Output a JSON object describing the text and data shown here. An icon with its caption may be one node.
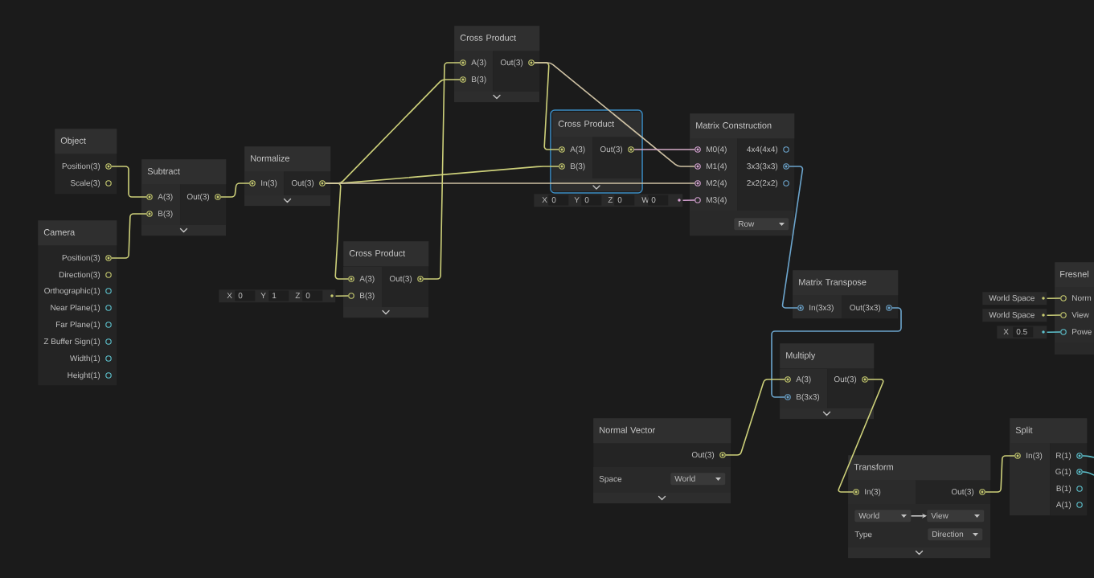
{
  "diagram": {
    "nodes": [
      {
        "text": [
          "Object"
        ]
      },
      {
        "text": [
          "Position(3)"
        ],
        "in": 0
      },
      {
        "text": [
          "Scale(3)"
        ],
        "in": 0
      },
      {
        "text": [
          "Subtract"
        ]
      },
      {
        "text": [
          "A(3)"
        ],
        "in": 3
      },
      {
        "text": [
          "B(3)"
        ],
        "in": 3
      },
      {
        "text": [
          "Out(3)"
        ],
        "in": 3
      },
      {
        "text": [
          "Camera"
        ]
      },
      {
        "text": [
          "Position(3)"
        ],
        "in": 7
      },
      {
        "text": [
          "Direction(3)"
        ],
        "in": 7
      },
      {
        "text": [
          "Orthographic(1)"
        ],
        "in": 7
      },
      {
        "text": [
          "Near Plane(1)"
        ],
        "in": 7
      },
      {
        "text": [
          "Far Plane(1)"
        ],
        "in": 7
      },
      {
        "text": [
          "Z Buffer Sign(1)"
        ],
        "in": 7
      },
      {
        "text": [
          "Width(1)"
        ],
        "in": 7
      },
      {
        "text": [
          "Height(1)"
        ],
        "in": 7
      },
      {
        "text": [
          "Normalize"
        ]
      },
      {
        "text": [
          "In(3)"
        ],
        "in": 16
      },
      {
        "text": [
          "Out(3)"
        ],
        "in": 16
      },
      {
        "text": [
          "Cross Product"
        ]
      },
      {
        "text": [
          "A(3)"
        ],
        "in": 19
      },
      {
        "text": [
          "B(3)"
        ],
        "in": 19
      },
      {
        "text": [
          "Out(3)"
        ],
        "in": 19
      },
      {
        "text": [
          "Cross Product"
        ]
      },
      {
        "text": [
          "A(3)"
        ],
        "in": 23
      },
      {
        "text": [
          "B(3)"
        ],
        "in": 23
      },
      {
        "text": [
          "Out(3)"
        ],
        "in": 23
      },
      {
        "text": [
          "X",
          "0",
          "Y",
          "0",
          "Z",
          "0",
          "W",
          "0"
        ]
      },
      {
        "text": [
          "Matrix Construction"
        ]
      },
      {
        "text": [
          "M0(4)"
        ],
        "in": 28
      },
      {
        "text": [
          "M1(4)"
        ],
        "in": 28
      },
      {
        "text": [
          "M2(4)"
        ],
        "in": 28
      },
      {
        "text": [
          "M3(4)"
        ],
        "in": 28
      },
      {
        "text": [
          "4x4(4x4)"
        ],
        "in": 28
      },
      {
        "text": [
          "3x3(3x3)"
        ],
        "in": 28
      },
      {
        "text": [
          "2x2(2x2)"
        ],
        "in": 28
      },
      {
        "text": [
          "Row"
        ],
        "in": 28
      },
      {
        "text": [
          "Cross Product"
        ]
      },
      {
        "text": [
          "A(3)"
        ],
        "in": 37
      },
      {
        "text": [
          "B(3)"
        ],
        "in": 37
      },
      {
        "text": [
          "Out(3)"
        ],
        "in": 37
      },
      {
        "text": [
          "X",
          "0",
          "Y",
          "1",
          "Z",
          "0"
        ]
      },
      {
        "text": [
          "Matrix Transpose"
        ]
      },
      {
        "text": [
          "In(3x3)"
        ],
        "in": 42
      },
      {
        "text": [
          "Out(3x3)"
        ],
        "in": 42
      },
      {
        "text": [
          "Fresnel"
        ]
      },
      {
        "text": [
          "Norm"
        ],
        "in": 45
      },
      {
        "text": [
          "View"
        ],
        "in": 45
      },
      {
        "text": [
          "Powe"
        ],
        "in": 45
      },
      {
        "text": [
          "World Space"
        ]
      },
      {
        "text": [
          "World Space"
        ]
      },
      {
        "text": [
          "X",
          "0.5"
        ]
      },
      {
        "text": [
          "Multiply"
        ]
      },
      {
        "text": [
          "A(3)"
        ],
        "in": 52
      },
      {
        "text": [
          "B(3x3)"
        ],
        "in": 52
      },
      {
        "text": [
          "Out(3)"
        ],
        "in": 52
      },
      {
        "text": [
          "Normal Vector",
          "Space"
        ]
      },
      {
        "text": [
          "Out(3)"
        ],
        "in": 56
      },
      {
        "text": [
          "World"
        ],
        "in": 56
      },
      {
        "text": [
          "Transform",
          "Type"
        ]
      },
      {
        "text": [
          "In(3)"
        ],
        "in": 59
      },
      {
        "text": [
          "Out(3)"
        ],
        "in": 59
      },
      {
        "text": [
          "World"
        ],
        "in": 59
      },
      {
        "text": [
          "View"
        ],
        "in": 59
      },
      {
        "text": [
          "Direction"
        ],
        "in": 59
      },
      {
        "text": [
          "Split"
        ]
      },
      {
        "text": [
          "In(3)"
        ],
        "in": 65
      },
      {
        "text": [
          "R(1)"
        ],
        "in": 65
      },
      {
        "text": [
          "G(1)"
        ],
        "in": 65
      },
      {
        "text": [
          "B(1)"
        ],
        "in": 65
      },
      {
        "text": [
          "A(1)"
        ],
        "in": 65
      }
    ],
    "edges": [
      {
        "from": 1,
        "to": 4,
        "arrow": "none"
      },
      {
        "from": 8,
        "to": 5,
        "arrow": "none"
      },
      {
        "from": 6,
        "to": 17,
        "arrow": "none"
      },
      {
        "from": 18,
        "to": 21,
        "arrow": "none"
      },
      {
        "from": 18,
        "to": 38,
        "arrow": "none"
      },
      {
        "from": 18,
        "to": 25,
        "arrow": "none"
      },
      {
        "from": 18,
        "to": 31,
        "arrow": "none",
        "color": "#cfc2a4"
      },
      {
        "from": 40,
        "to": 20,
        "arrow": "none"
      },
      {
        "from": 41,
        "to": 39,
        "arrow": "none"
      },
      {
        "from": 22,
        "to": 24,
        "arrow": "none"
      },
      {
        "from": 22,
        "to": 30,
        "arrow": "none",
        "color": "#cfc2a4"
      },
      {
        "from": 26,
        "to": 29,
        "arrow": "none",
        "color": "#d6adc9"
      },
      {
        "from": 27,
        "to": 32,
        "arrow": "none",
        "color": "#d6a3d3"
      },
      {
        "from": 34,
        "to": 43,
        "arrow": "none",
        "color": "#6ca5cd"
      },
      {
        "from": 44,
        "to": 54,
        "arrow": "none",
        "color": "#6ca5cd"
      },
      {
        "from": 57,
        "to": 53,
        "arrow": "none"
      },
      {
        "from": 55,
        "to": 60,
        "arrow": "none"
      },
      {
        "from": 61,
        "to": 66,
        "arrow": "none"
      },
      {
        "from": 49,
        "to": 46,
        "arrow": "none"
      },
      {
        "from": 50,
        "to": 47,
        "arrow": "none"
      },
      {
        "from": 51,
        "to": 48,
        "arrow": "none",
        "color": "#5ec4d0"
      },
      {
        "from": 67,
        "to": null,
        "arrow": "none",
        "color": "#5ec4d0"
      },
      {
        "from": 68,
        "to": null,
        "arrow": "none",
        "color": "#5ec4d0"
      },
      {
        "from": 62,
        "to": 63,
        "arrow": "to",
        "color": "#c8c8c8"
      }
    ]
  }
}
